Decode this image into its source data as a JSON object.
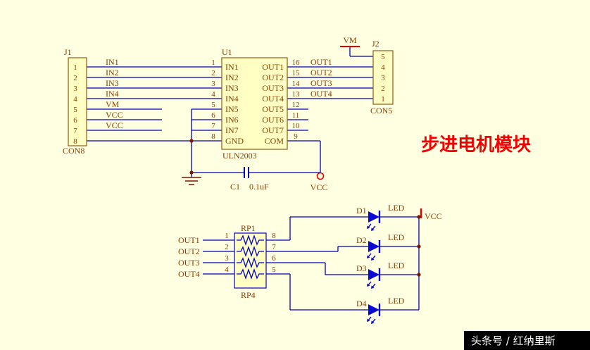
{
  "colors": {
    "background": "#ffffe2",
    "wire_blue": "#0000b2",
    "component_fill": "#ffffc4",
    "component_outline": "#8a5a1a",
    "label_brown": "#8b3d00",
    "accent_red": "#e80000",
    "led_blue": "#0a0ad2",
    "title_red": "#f40000",
    "watermark_bg": "#000000",
    "watermark_text": "#ffffff"
  },
  "title": "步进电机模块",
  "watermark": "头条号 / 红纳里斯",
  "j1": {
    "designator": "J1",
    "part": "CON8",
    "pins": [
      "1",
      "2",
      "3",
      "4",
      "5",
      "6",
      "7",
      "8"
    ],
    "nets": [
      "IN1",
      "IN2",
      "IN3",
      "IN4",
      "VM",
      "VCC",
      "VCC"
    ]
  },
  "u1": {
    "designator": "U1",
    "part": "ULN2003",
    "left_pins": [
      {
        "num": "1",
        "name": "IN1"
      },
      {
        "num": "2",
        "name": "IN2"
      },
      {
        "num": "3",
        "name": "IN3"
      },
      {
        "num": "4",
        "name": "IN4"
      },
      {
        "num": "5",
        "name": "IN5"
      },
      {
        "num": "6",
        "name": "IN6"
      },
      {
        "num": "7",
        "name": "IN7"
      },
      {
        "num": "8",
        "name": "GND"
      }
    ],
    "right_pins": [
      {
        "num": "16",
        "name": "OUT1"
      },
      {
        "num": "15",
        "name": "OUT2"
      },
      {
        "num": "14",
        "name": "OUT3"
      },
      {
        "num": "13",
        "name": "OUT4"
      },
      {
        "num": "12",
        "name": "OUT5"
      },
      {
        "num": "11",
        "name": "OUT6"
      },
      {
        "num": "10",
        "name": "OUT7"
      },
      {
        "num": "9",
        "name": "COM"
      }
    ]
  },
  "u1_out_nets": [
    "OUT1",
    "OUT2",
    "OUT3",
    "OUT4"
  ],
  "j2": {
    "designator": "J2",
    "part": "CON5",
    "pins": [
      "5",
      "4",
      "3",
      "2",
      "1"
    ],
    "vm_net": "VM"
  },
  "c1": {
    "designator": "C1",
    "value": "0.1uF"
  },
  "vcc_net": "VCC",
  "rp1": {
    "designator": "RP1",
    "part": "RP4",
    "left_pins": [
      "1",
      "2",
      "3",
      "4"
    ],
    "right_pins": [
      "8",
      "7",
      "6",
      "5"
    ],
    "nets": [
      "OUT1",
      "OUT2",
      "OUT3",
      "OUT4"
    ]
  },
  "leds": [
    {
      "designator": "D1",
      "label": "LED"
    },
    {
      "designator": "D2",
      "label": "LED"
    },
    {
      "designator": "D3",
      "label": "LED"
    },
    {
      "designator": "D4",
      "label": "LED"
    }
  ],
  "led_vcc_net": "VCC"
}
